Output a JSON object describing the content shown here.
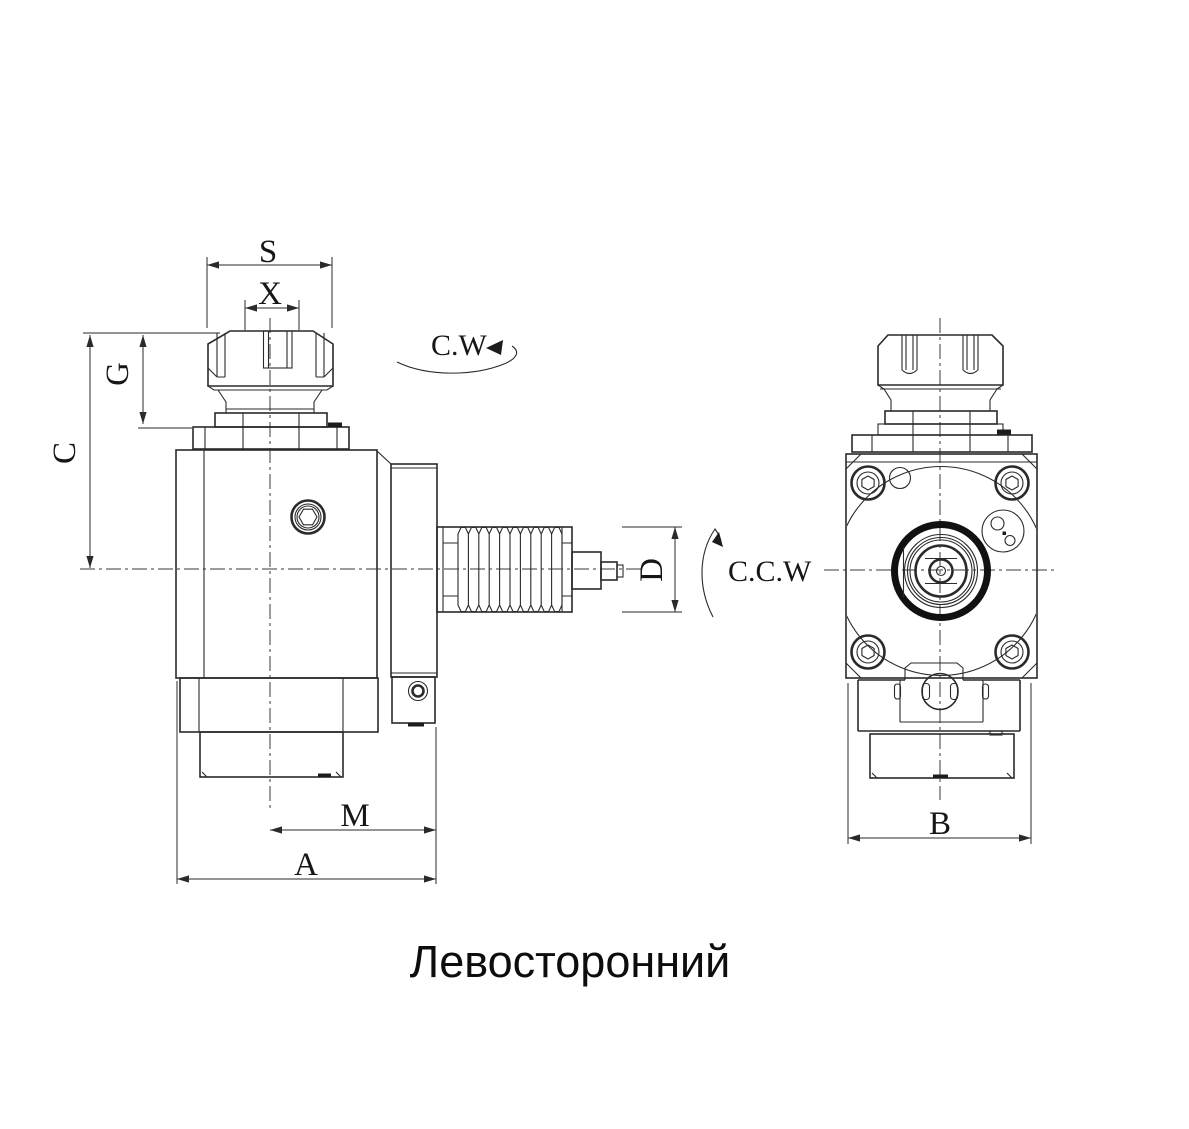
{
  "page": {
    "colors": {
      "line": "#2a2a2a",
      "text": "#161616",
      "background": "#ffffff"
    }
  },
  "caption": "Левосторонний",
  "left_view": {
    "dim_s": "S",
    "dim_x": "X",
    "dim_c": "C",
    "dim_g": "G",
    "dim_m": "M",
    "dim_a": "A",
    "dim_d": "D",
    "rot_cw": "C.W",
    "rot_ccw": "C.C.W"
  },
  "right_view": {
    "dim_b": "B"
  }
}
